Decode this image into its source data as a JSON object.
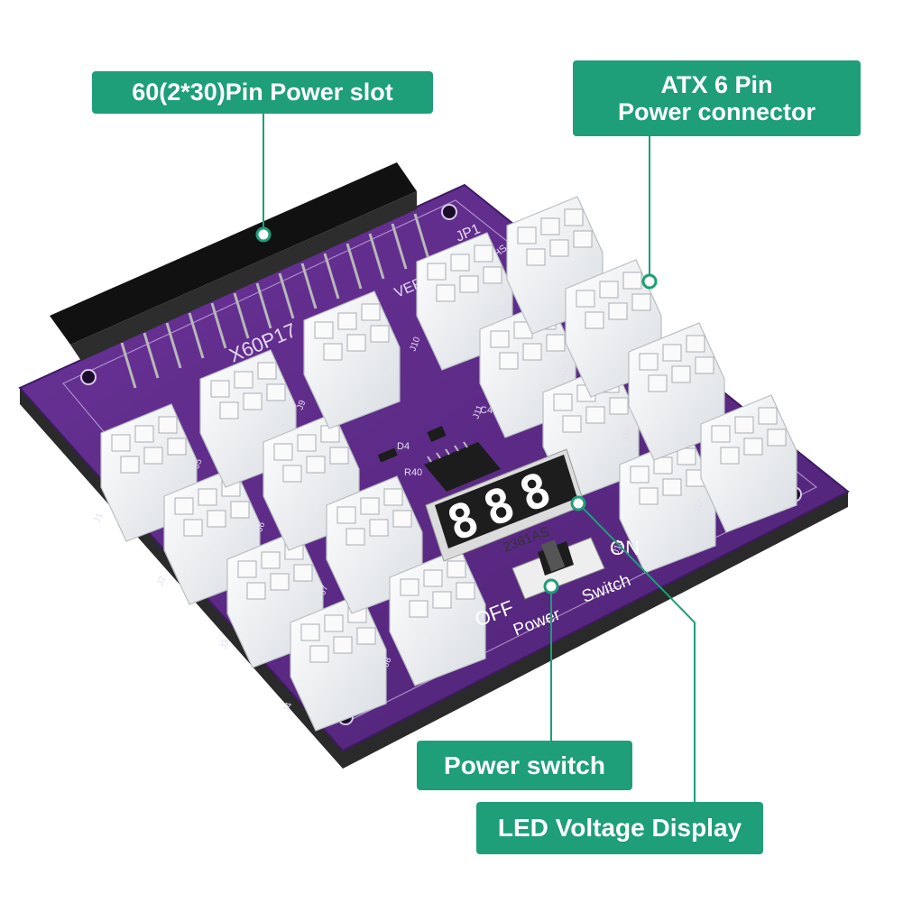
{
  "callouts": {
    "power_slot": "60(2*30)Pin Power slot",
    "atx_line1": "ATX 6 Pin",
    "atx_line2": "Power connector",
    "power_switch": "Power switch",
    "led_display": "LED Voltage Display"
  },
  "board": {
    "model": "X60P17",
    "version": "VER:",
    "jp1": "JP1",
    "rohs": "RoHS",
    "display_code": "2381AS",
    "switch_on": "ON",
    "switch_off": "OFF",
    "power_label": "Power",
    "switch_label": "Switch",
    "d4": "D4",
    "r40": "R40",
    "c4": "C4",
    "connectors": [
      "J1",
      "J2",
      "J3",
      "J4",
      "J5",
      "J6",
      "J7",
      "J8",
      "J9",
      "J10",
      "J11",
      "J12",
      "J13",
      "J14",
      "J15",
      "J16",
      "J17"
    ]
  },
  "colors": {
    "board": "#5b2a86",
    "board_dark": "#3f1a62",
    "callout": "#1e9e79",
    "connector": "#f1f3f5",
    "slot": "#1b1b1b"
  }
}
